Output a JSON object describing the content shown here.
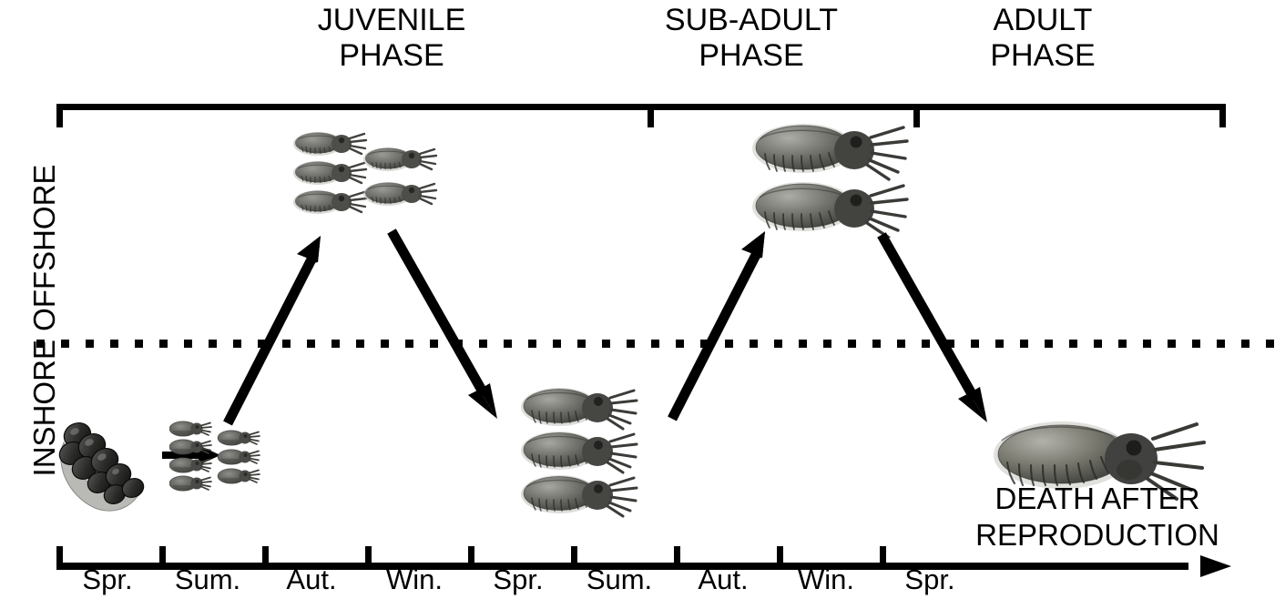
{
  "figure": {
    "title": "Cuttlefish life cycle and seasonal inshore-offshore migration schematic",
    "background_color": "#ffffff",
    "ink_color": "#000000"
  },
  "phases": {
    "bracket_present": true,
    "items": [
      {
        "id": "juvenile",
        "label": "JUVENILE\nPHASE"
      },
      {
        "id": "sub-adult",
        "label": "SUB-ADULT\nPHASE"
      },
      {
        "id": "adult",
        "label": "ADULT\nPHASE"
      }
    ]
  },
  "vertical_axis": {
    "label": "INSHORE OFFSHORE",
    "upper_region": "OFFSHORE",
    "lower_region": "INSHORE",
    "divider_style": "dotted"
  },
  "timeline": {
    "arrow_direction": "right",
    "ticks": [
      {
        "label": "Spr."
      },
      {
        "label": "Sum."
      },
      {
        "label": "Aut."
      },
      {
        "label": "Win."
      },
      {
        "label": "Spr."
      },
      {
        "label": "Sum."
      },
      {
        "label": "Aut."
      },
      {
        "label": "Win."
      },
      {
        "label": "Spr."
      }
    ]
  },
  "annotations": {
    "death_label": "DEATH AFTER\nREPRODUCTION"
  },
  "life_stages": [
    {
      "id": "egg-cluster",
      "name": "egg-cluster",
      "region": "INSHORE",
      "season": "Spr.",
      "count": 1,
      "size": "large-cluster"
    },
    {
      "id": "hatchlings",
      "name": "hatchling-group",
      "region": "INSHORE",
      "season": "Sum.",
      "count": 7,
      "size": "tiny"
    },
    {
      "id": "juveniles",
      "name": "juvenile-group",
      "region": "OFFSHORE",
      "season": "Aut.",
      "count": 5,
      "size": "small"
    },
    {
      "id": "sub-adults-inshore",
      "name": "sub-adult-group-inshore",
      "region": "INSHORE",
      "season": "Spr.",
      "count": 3,
      "size": "medium"
    },
    {
      "id": "sub-adults-offshore",
      "name": "sub-adult-group-offshore",
      "region": "OFFSHORE",
      "season": "Aut.",
      "count": 2,
      "size": "large"
    },
    {
      "id": "adult",
      "name": "adult-cuttlefish",
      "region": "INSHORE",
      "season": "Spr.",
      "count": 1,
      "size": "largest"
    }
  ],
  "migration_arrows": [
    {
      "id": "hatchling-to-juvenile",
      "from": "hatchlings",
      "to": "juveniles",
      "direction": "inshore-to-offshore"
    },
    {
      "id": "juvenile-to-subadult",
      "from": "juveniles",
      "to": "sub-adults-inshore",
      "direction": "offshore-to-inshore"
    },
    {
      "id": "subadult-to-offshore",
      "from": "sub-adults-inshore",
      "to": "sub-adults-offshore",
      "direction": "inshore-to-offshore"
    },
    {
      "id": "subadult-to-adult",
      "from": "sub-adults-offshore",
      "to": "adult",
      "direction": "offshore-to-inshore"
    },
    {
      "id": "egg-to-hatchling",
      "from": "egg-cluster",
      "to": "hatchlings",
      "direction": "hatching"
    }
  ]
}
